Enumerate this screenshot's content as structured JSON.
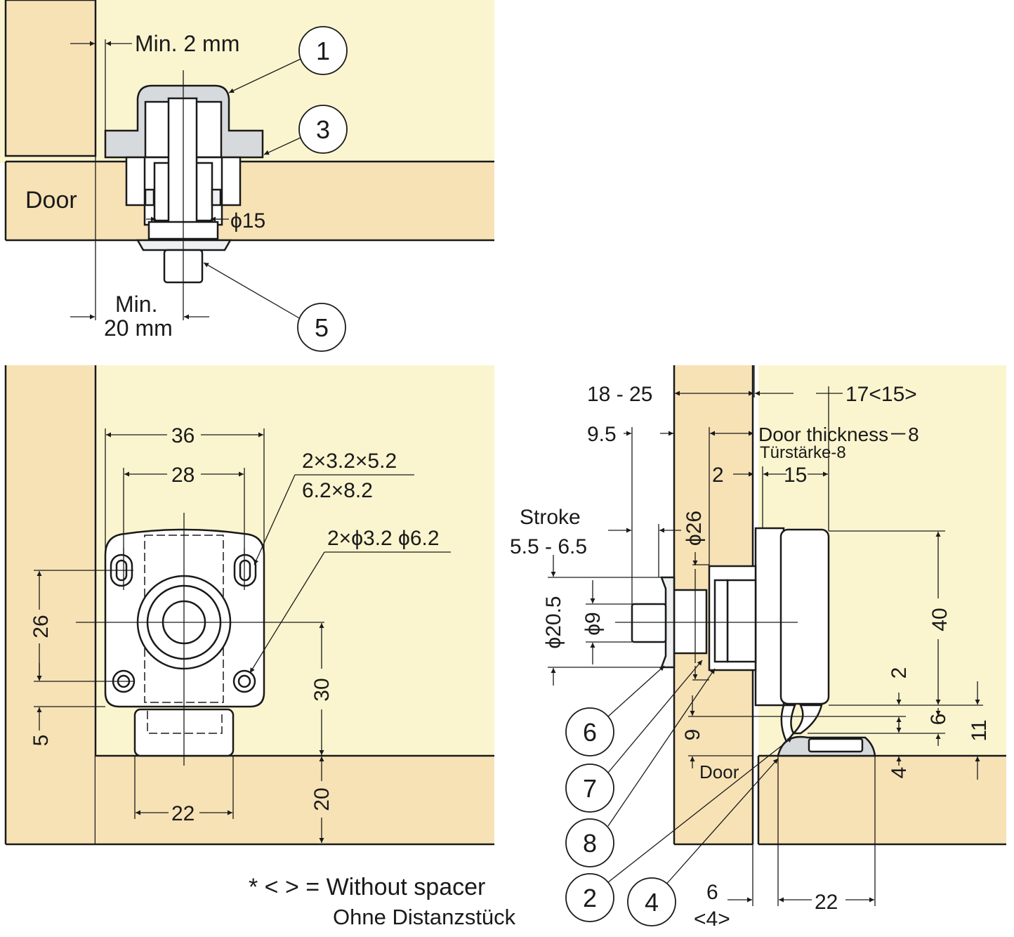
{
  "top_view": {
    "min_gap": "Min. 2 mm",
    "door_label": "Door",
    "phi15": "ϕ15",
    "min_label": "Min.",
    "min_value": "20 mm"
  },
  "front_view": {
    "d36": "36",
    "d28": "28",
    "slot_spec_1": "2×3.2×5.2",
    "slot_spec_2": "6.2×8.2",
    "hole_spec": "2×ϕ3.2 ϕ6.2",
    "d26": "26",
    "d5": "5",
    "d30": "30",
    "d20": "20",
    "d22": "22"
  },
  "side_view": {
    "d18_25": "18 - 25",
    "d17_15": "17<15>",
    "d9_5": "9.5",
    "door_thickness_en": "Door thickness－8",
    "door_thickness_de": "Türstärke-8",
    "d2": "2",
    "d15": "15",
    "stroke_label": "Stroke",
    "stroke_value": "5.5 - 6.5",
    "phi26": "ϕ26",
    "phi20_5": "ϕ20.5",
    "phi9": "ϕ9",
    "d40": "40",
    "d2b": "2",
    "d6": "6",
    "d11": "11",
    "d9": "9",
    "d4": "4",
    "door_label": "Door",
    "d6b": "6",
    "d4b": "<4>",
    "d22": "22"
  },
  "callouts": [
    "1",
    "3",
    "5",
    "6",
    "7",
    "8",
    "2",
    "4"
  ],
  "footnote": {
    "line1": "* < > = Without spacer",
    "line2": "Ohne Distanzstück"
  }
}
